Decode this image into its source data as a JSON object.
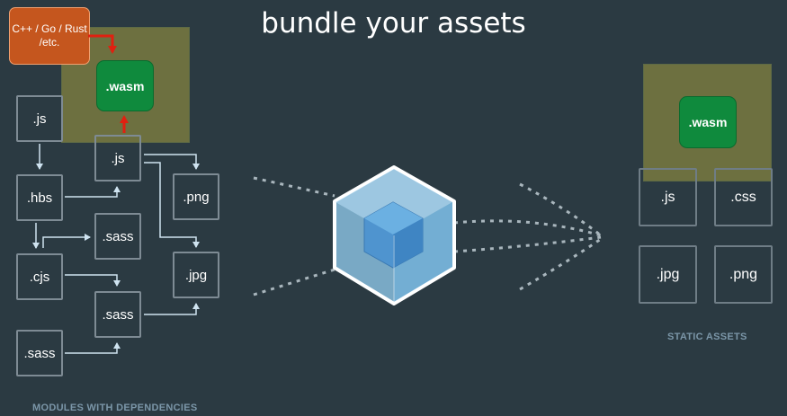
{
  "title": "bundle your assets",
  "source_language": {
    "text": "C++ / Go / Rust /etc."
  },
  "modules": {
    "wasm": ".wasm",
    "js_left": ".js",
    "js_center": ".js",
    "hbs": ".hbs",
    "png": ".png",
    "sass_top": ".sass",
    "cjs": ".cjs",
    "jpg": ".jpg",
    "sass_mid": ".sass",
    "sass_bottom": ".sass",
    "caption": "MODULES WITH DEPENDENCIES"
  },
  "static_assets": {
    "wasm": ".wasm",
    "js": ".js",
    "css": ".css",
    "jpg": ".jpg",
    "png": ".png",
    "caption": "STATIC ASSETS"
  },
  "colors": {
    "background": "#2b3a42",
    "wasm_green": "#0f8a3d",
    "olive_highlight": "#808040",
    "language_orange": "#c5561e",
    "arrow_red": "#e02010",
    "cube_blue": "#8fc9ea"
  }
}
